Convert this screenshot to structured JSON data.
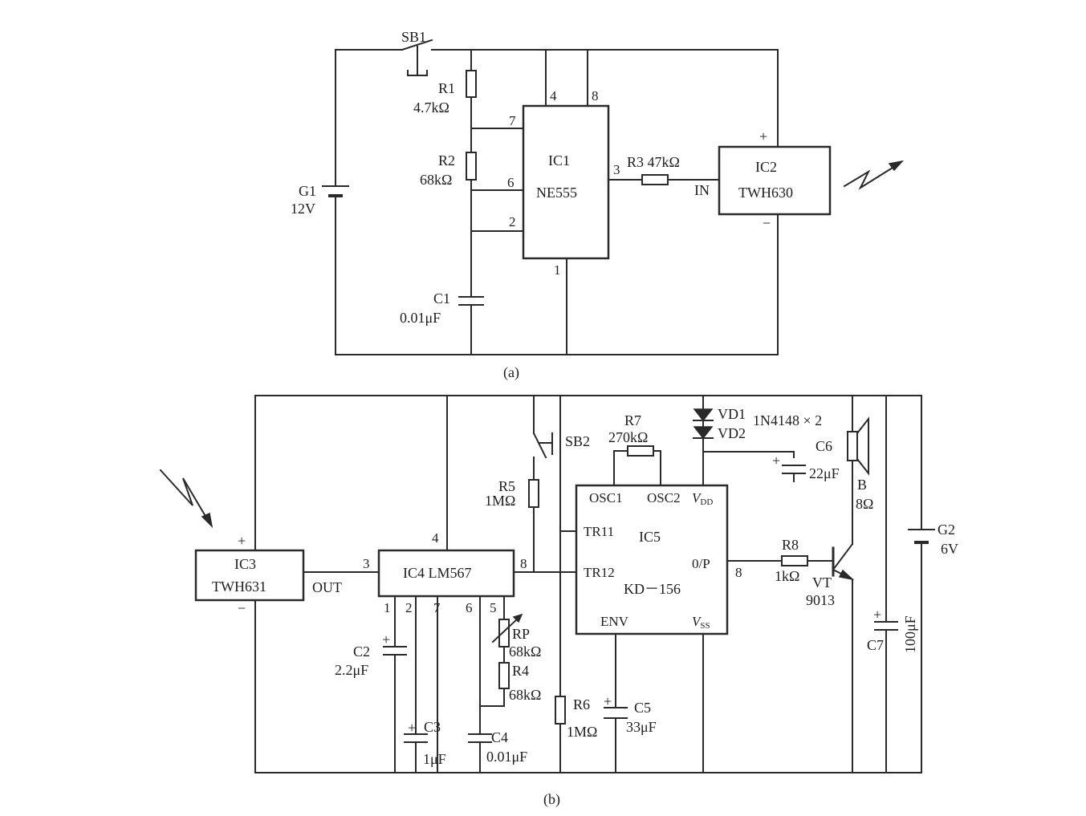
{
  "circuit_a": {
    "caption": "(a)",
    "SB1": "SB1",
    "R1": "R1",
    "R1v": "4.7kΩ",
    "R2": "R2",
    "R2v": "68kΩ",
    "G1": "G1",
    "G1v": "12V",
    "C1": "C1",
    "C1v": "0.01μF",
    "IC1": "IC1",
    "IC1v": "NE555",
    "IC1pins": {
      "p4": "4",
      "p8": "8",
      "p7": "7",
      "p6": "6",
      "p2": "2",
      "p1": "1",
      "p3": "3"
    },
    "R3": "R3 47kΩ",
    "IN": "IN",
    "IC2": "IC2",
    "IC2v": "TWH630",
    "plus": "+",
    "minus": "−"
  },
  "circuit_b": {
    "caption": "(b)",
    "IC3": "IC3",
    "IC3v": "TWH631",
    "OUT": "OUT",
    "plus": "+",
    "minus": "−",
    "IC4": "IC4 LM567",
    "IC4pins": {
      "p3": "3",
      "p4": "4",
      "p8": "8",
      "p1": "1",
      "p2": "2",
      "p7": "7",
      "p6": "6",
      "p5": "5"
    },
    "C2": "C2",
    "C2v": "2.2μF",
    "C3": "C3",
    "C3v": "1μF",
    "C4": "C4",
    "C4v": "0.01μF",
    "RP": "RP",
    "RPv": "68kΩ",
    "R4": "R4",
    "R4v": "68kΩ",
    "R5": "R5",
    "R5v": "1MΩ",
    "R6": "R6",
    "R6v": "1MΩ",
    "SB2": "SB2",
    "R7": "R7",
    "R7v": "270kΩ",
    "IC5": "IC5",
    "IC5v": "KD－156",
    "IC5pins": {
      "osc1": "OSC1",
      "osc2": "OSC2",
      "vdd": "V",
      "vdd_sub": "DD",
      "tr11": "TR11",
      "tr12": "TR12",
      "op": "0/P",
      "p8": "8",
      "env": "ENV",
      "vss": "V",
      "vss_sub": "SS"
    },
    "C5": "C5",
    "C5v": "33μF",
    "VD1": "VD1",
    "VD2": "VD2",
    "VDv": "1N4148 × 2",
    "C6": "C6",
    "C6v": "22μF",
    "B": "B",
    "Bv": "8Ω",
    "R8": "R8",
    "R8v": "1kΩ",
    "VT": "VT",
    "VTv": "9013",
    "C7": "C7",
    "C7v": "100μF",
    "G2": "G2",
    "G2v": "6V"
  }
}
